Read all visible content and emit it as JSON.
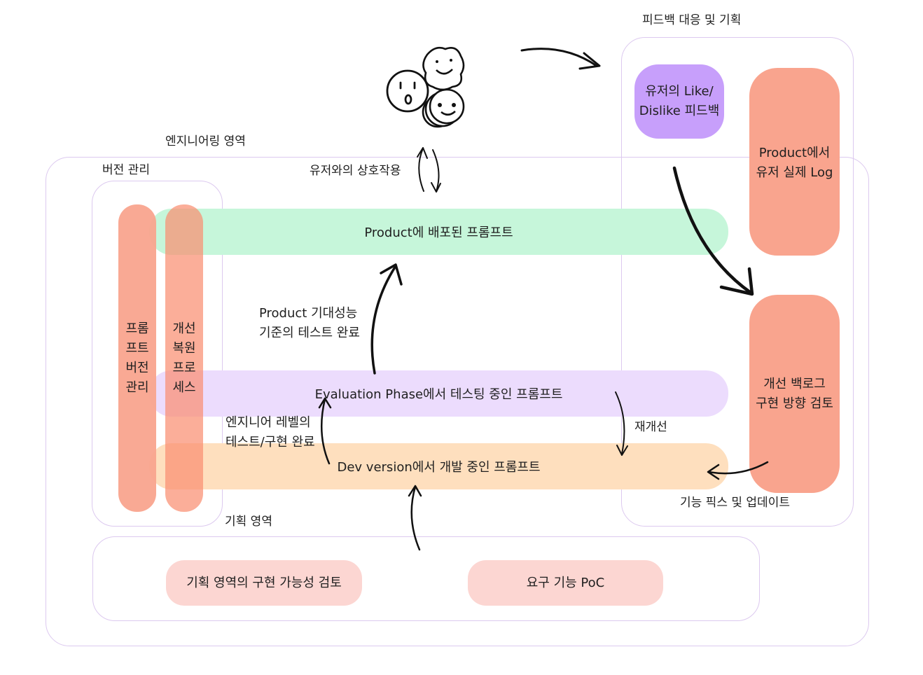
{
  "regions": {
    "engineering": "엔지니어링 영역",
    "version_mgmt": "버전 관리",
    "planning": "기획 영역",
    "feedback": "피드백 대응 및 기획"
  },
  "bands": {
    "product": "Product에 배포된 프롬프트",
    "evaluation": "Evaluation Phase에서 테스팅 중인 프롬프트",
    "dev": "Dev version에서 개발 중인 프롬프트"
  },
  "columns": {
    "prompt_version": "프롬\n프트\n버전\n관리",
    "improve_restore": "개선\n복원\n프로\n세스"
  },
  "annotations": {
    "user_interaction": "유저와의 상호작용",
    "product_test": "Product 기대성능\n기준의 테스트 완료",
    "engineer_test": "엔지니어 레벨의\n테스트/구현 완료",
    "reimprove": "재개선",
    "feature_fix": "기능 픽스 및 업데이트"
  },
  "feedback_boxes": {
    "like_dislike": "유저의 Like/\nDislike 피드백",
    "product_log": "Product에서\n유저 실제 Log",
    "backlog": "개선 백로그\n구현 방향 검토"
  },
  "planning_boxes": {
    "feasibility": "기획 영역의 구현 가능성 검토",
    "poc": "요구 기능 PoC"
  },
  "colors": {
    "region_border": "#dcc9ef",
    "product_band": "#c6f6da",
    "evaluation_band": "#ecdcfd",
    "dev_band": "#fedfbe",
    "salmon": "#f9a48e",
    "like_purple": "#c79ffb",
    "planning_pill": "#fcd6d2"
  },
  "icons": [
    "face-surprised-icon",
    "face-smile-icon",
    "face-happy-icon"
  ]
}
